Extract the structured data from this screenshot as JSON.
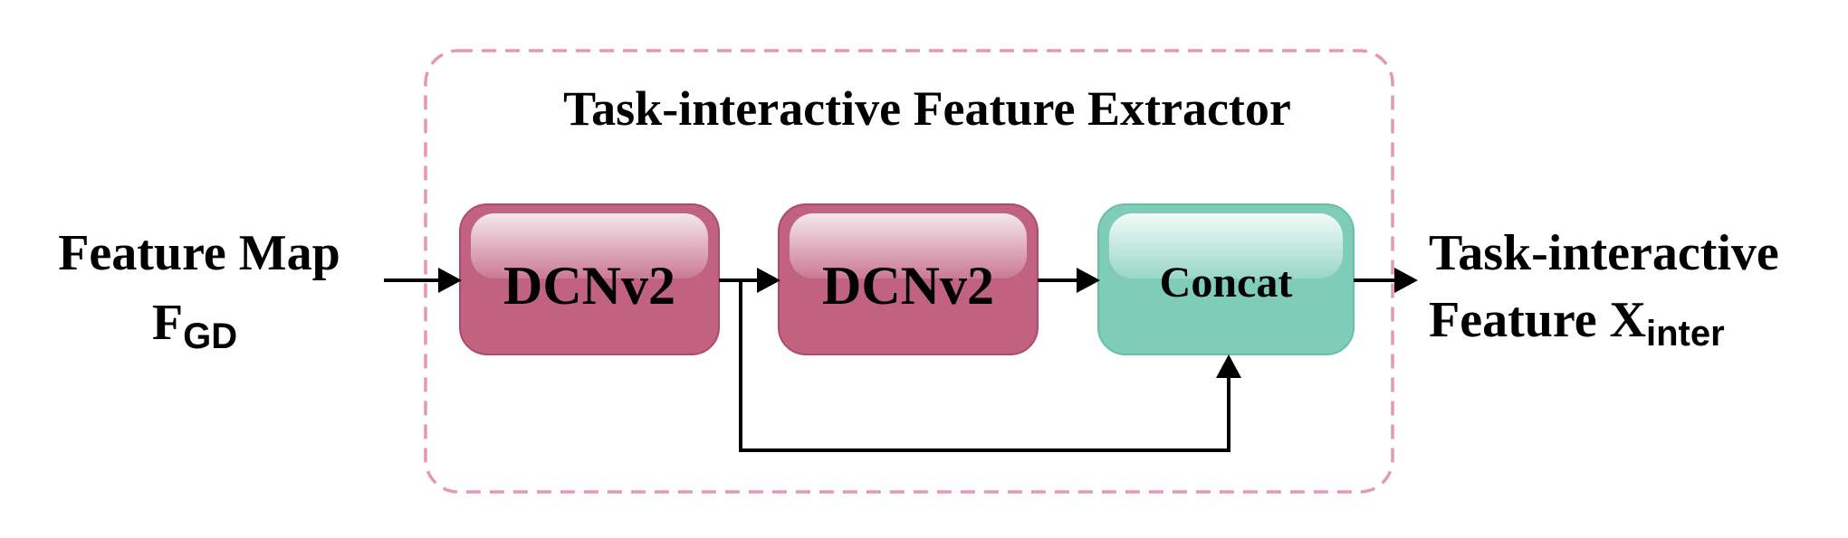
{
  "module": {
    "title": "Task-interactive Feature Extractor"
  },
  "input": {
    "line1": "Feature Map",
    "symbol": "F",
    "subscript": "GD"
  },
  "output": {
    "line1": "Task-interactive",
    "line2_prefix": "Feature X",
    "subscript": "inter"
  },
  "blocks": {
    "dcn1": "DCNv2",
    "dcn2": "DCNv2",
    "concat": "Concat"
  },
  "colors": {
    "dcn_fill": "#c16281",
    "dcn_border": "#b04a6d",
    "concat_fill": "#7fcdb8",
    "concat_border": "#66c0a7",
    "dashed_border": "#e39ab1",
    "arrow": "#000000"
  }
}
